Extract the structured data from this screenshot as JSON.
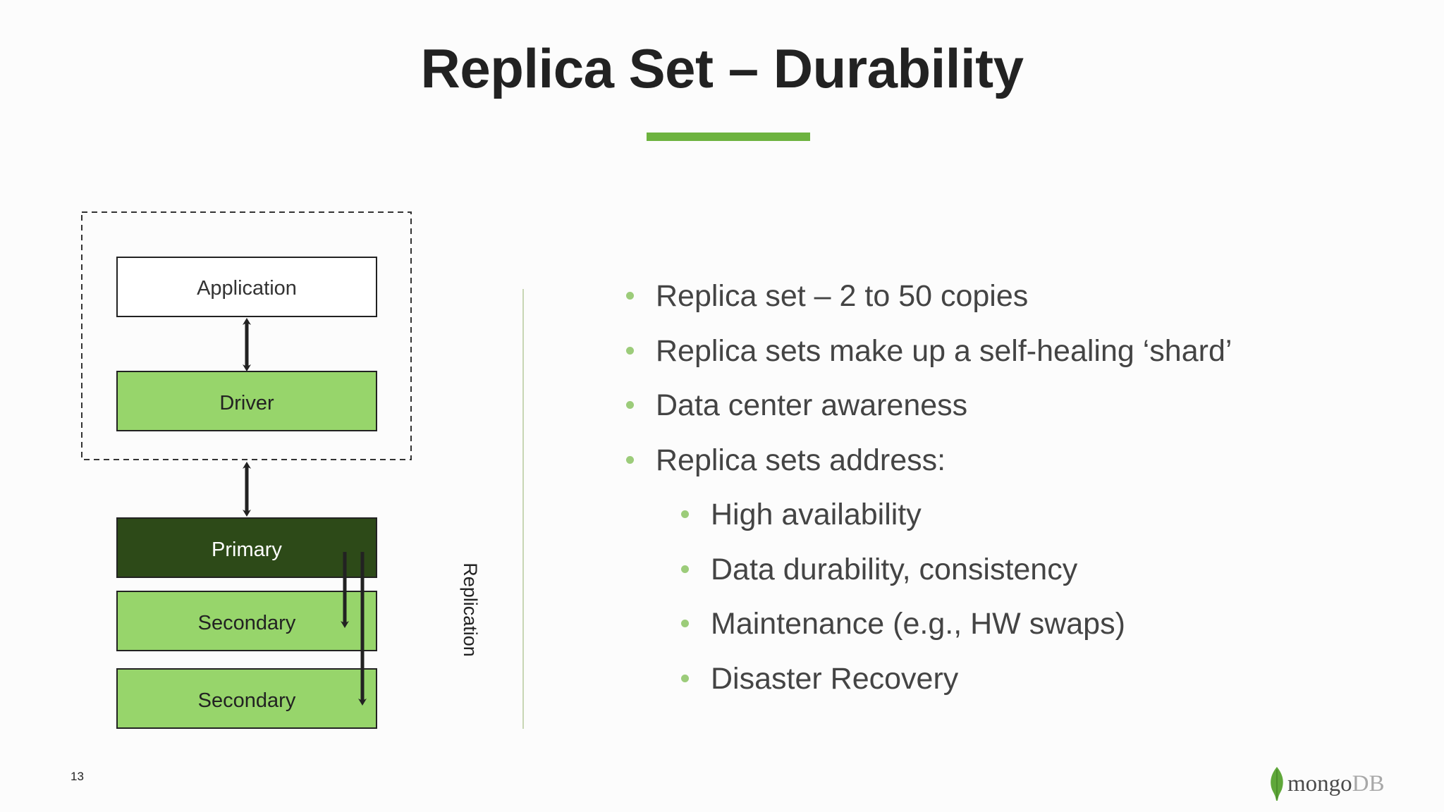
{
  "slide": {
    "title": "Replica Set – Durability",
    "page_number": "13"
  },
  "diagram": {
    "application_label": "Application",
    "driver_label": "Driver",
    "primary_label": "Primary",
    "secondary_1_label": "Secondary",
    "secondary_2_label": "Secondary",
    "replication_label": "Replication"
  },
  "bullets": [
    {
      "level": 1,
      "text": "Replica set – 2 to 50 copies"
    },
    {
      "level": 1,
      "text": "Replica sets make up a self-healing ‘shard’"
    },
    {
      "level": 1,
      "text": "Data center awareness"
    },
    {
      "level": 1,
      "text": "Replica sets address:"
    },
    {
      "level": 2,
      "text": "High availability"
    },
    {
      "level": 2,
      "text": "Data durability, consistency"
    },
    {
      "level": 2,
      "text": "Maintenance (e.g., HW swaps)"
    },
    {
      "level": 2,
      "text": "Disaster Recovery"
    }
  ],
  "logo": {
    "part1": "mongo",
    "part2": "DB"
  },
  "colors": {
    "accent_green": "#6db33f",
    "light_green": "#97d56b",
    "dark_green": "#2d4a18",
    "bullet_dot": "#9ccc7a"
  }
}
